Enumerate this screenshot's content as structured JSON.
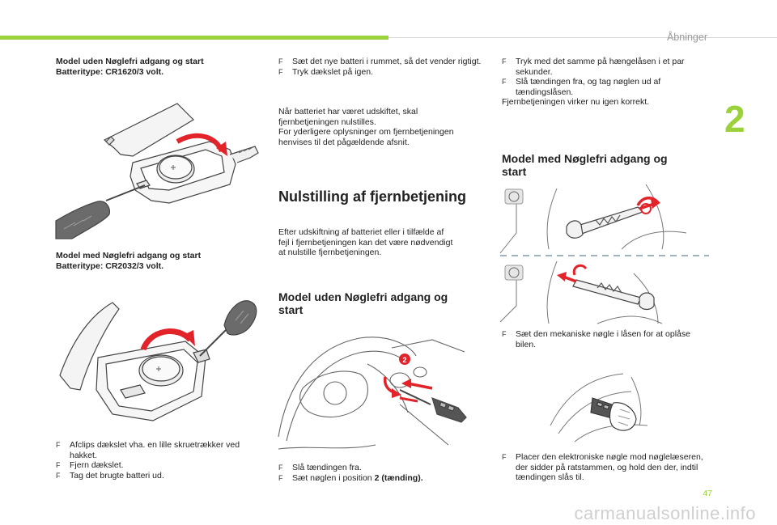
{
  "header": {
    "chapter_title": "Åbninger",
    "chapter_number": "2"
  },
  "col1": {
    "caption1_line1": "Model uden Nøglefri adgang og start",
    "caption1_line2": "Batteritype: CR1620/3 volt.",
    "caption2_line1": "Model med Nøglefri adgang og start",
    "caption2_line2": "Batteritype: CR2032/3 volt.",
    "bullets": [
      "Afclips dækslet vha. en lille skruetrækker ved hakket.",
      "Fjern dækslet.",
      "Tag det brugte batteri ud."
    ]
  },
  "col2": {
    "bullets": [
      "Sæt det nye batteri i rummet, så det vender rigtigt.",
      "Tryk dækslet på igen."
    ],
    "para1_line1": "Når batteriet har været udskiftet, skal",
    "para1_line2": "fjernbetjeningen nulstilles.",
    "para1_line3": "For yderligere oplysninger om fjernbetjeningen",
    "para1_line4": "henvises til det pågældende afsnit.",
    "heading1": "Nulstilling af fjernbetjening",
    "para2_line1": "Efter udskiftning af batteriet eller i tilfælde af",
    "para2_line2": "fejl i fjernbetjeningen kan det være nødvendigt",
    "para2_line3": "at nulstille fjernbetjeningen.",
    "heading2_line1": "Model uden Nøglefri adgang og",
    "heading2_line2": "start",
    "figure_marker": "2",
    "bottom_bullet1": "Slå tændingen fra.",
    "bottom_bullet2_prefix": "Sæt nøglen i position ",
    "bottom_bullet2_bold": "2 (tænding)."
  },
  "col3": {
    "bullets_top": [
      "Tryk med det samme på hængelåsen i et par sekunder.",
      "Slå tændingen fra, og tag nøglen ud af tændingslåsen."
    ],
    "top_note": "Fjernbetjeningen virker nu igen korrekt.",
    "heading_line1": "Model med Nøglefri adgang og",
    "heading_line2": "start",
    "bullet_mid": "Sæt den mekaniske nøgle i låsen for at oplåse bilen.",
    "bullet_bottom": "Placer den elektroniske nøgle mod nøglelæseren, der sidder på ratstammen, og hold den der, indtil tændingen slås til."
  },
  "footer": {
    "page_number": "47",
    "watermark": "carmanualsonline.info"
  },
  "colors": {
    "accent_green": "#9bd13a",
    "arrow_red": "#e3232a",
    "line_art": "#555555",
    "dashed_divider": "#7f9aa6"
  }
}
